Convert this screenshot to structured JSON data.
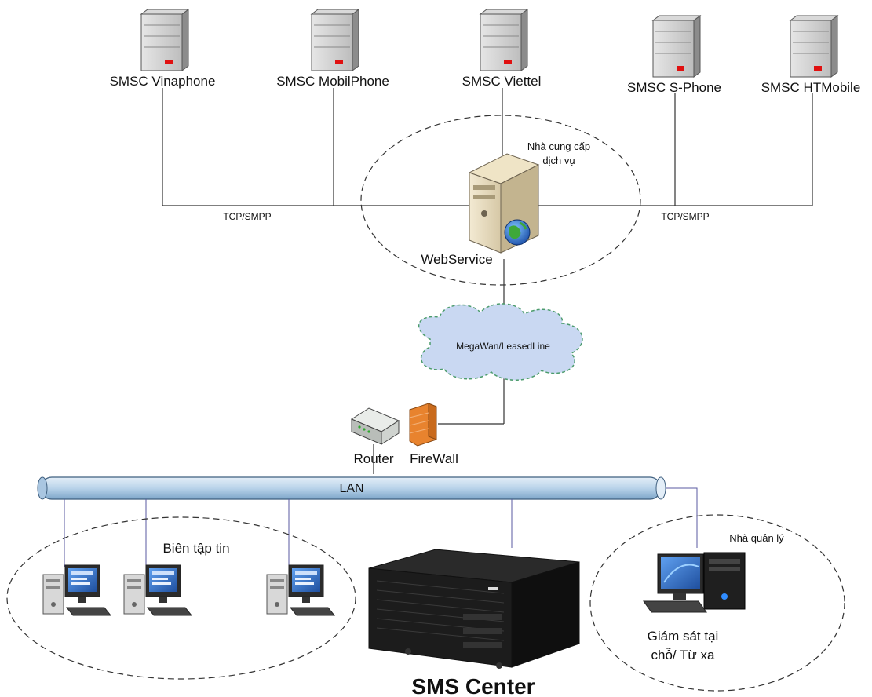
{
  "smsc": [
    {
      "label": "SMSC Vinaphone"
    },
    {
      "label": "SMSC MobilPhone"
    },
    {
      "label": "SMSC Viettel"
    },
    {
      "label": "SMSC S-Phone"
    },
    {
      "label": "SMSC HTMobile"
    }
  ],
  "links": {
    "left_protocol": "TCP/SMPP",
    "right_protocol": "TCP/SMPP"
  },
  "provider": {
    "label_line1": "Nhà cung cấp",
    "label_line2": "dịch vụ",
    "webservice_label": "WebService"
  },
  "wan": {
    "label": "MegaWan/LeasedLine"
  },
  "edge": {
    "router_label": "Router",
    "firewall_label": "FireWall"
  },
  "lan": {
    "label": "LAN"
  },
  "editors": {
    "label": "Biên tập tin"
  },
  "manager": {
    "label": "Nhà quản lý",
    "monitor_line1": "Giám sát tại",
    "monitor_line2": "chỗ/ Từ xa"
  },
  "center": {
    "label": "SMS Center"
  },
  "colors": {
    "server_gray": "#c8c8c8",
    "lan_pipe": "#b9d3ea",
    "cloud_fill": "#c9d8f2",
    "firewall": "#e8832e",
    "screen_blue": "#2f6fd0",
    "tower_dark": "#1c1c1c"
  }
}
